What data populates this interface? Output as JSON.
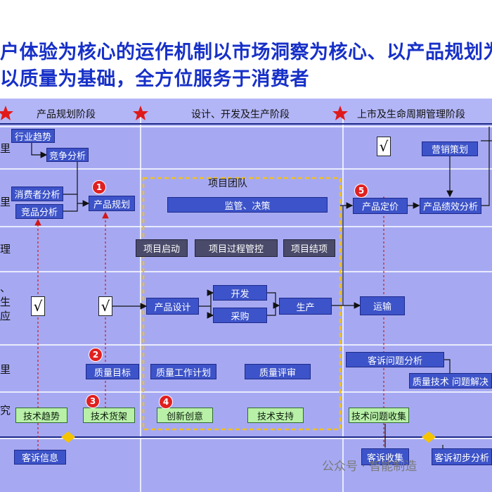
{
  "title": {
    "line1": "户体验为核心的运作机制以市场洞察为核心、以产品规划为",
    "line2": "以质量为基础，全方位服务于消费者"
  },
  "phases": [
    "产品规划阶段",
    "设计、开发及生产阶段",
    "上市及生命周期管理阶段"
  ],
  "row_labels": [
    "里",
    "里",
    "理",
    "、",
    "生",
    "应",
    "里",
    "究"
  ],
  "team_label": "项目团队",
  "boxes": {
    "trend": "行业趋势",
    "competition": "竞争分析",
    "consumer": "消费者分析",
    "product_analysis": "竞品分析",
    "product_plan": "产品规划",
    "supervise": "监管、决策",
    "launch": "项目启动",
    "process": "项目过程管控",
    "closure": "项目结项",
    "design": "产品设计",
    "develop": "开发",
    "purchase": "采购",
    "produce": "生产",
    "transport": "运输",
    "quality_goal": "质量目标",
    "quality_plan": "质量工作计划",
    "quality_review": "质量评审",
    "tech_trend": "技术趋势",
    "tech_shelf": "技术货架",
    "innovation": "创新创意",
    "tech_support": "技术支持",
    "complaint_info": "客诉信息",
    "marketing": "营销策划",
    "pricing": "产品定价",
    "performance": "产品绩效分析",
    "complaint_analysis": "客诉问题分析",
    "quality_tech": "质量技术 问题解决",
    "tech_issue": "技术问题收集",
    "complaint_collect": "客诉收集",
    "complaint_prelim": "客诉初步分析"
  },
  "checks": [
    "√",
    "√",
    "√"
  ],
  "badges": [
    "1",
    "2",
    "3",
    "4",
    "5"
  ],
  "watermark": "公众号 · 智能制造",
  "colors": {
    "title": "#1730c8",
    "lane_bg": "#a6a9f2",
    "lane_bg_light": "#b3b6f6",
    "box_blue": "#3d53c9",
    "box_grey": "#4a4a6a",
    "box_green": "#b8f0a8",
    "star": "#e01a1a",
    "badge": "#e02020",
    "team_border": "#f0c020",
    "diamond": "#f5c400"
  }
}
